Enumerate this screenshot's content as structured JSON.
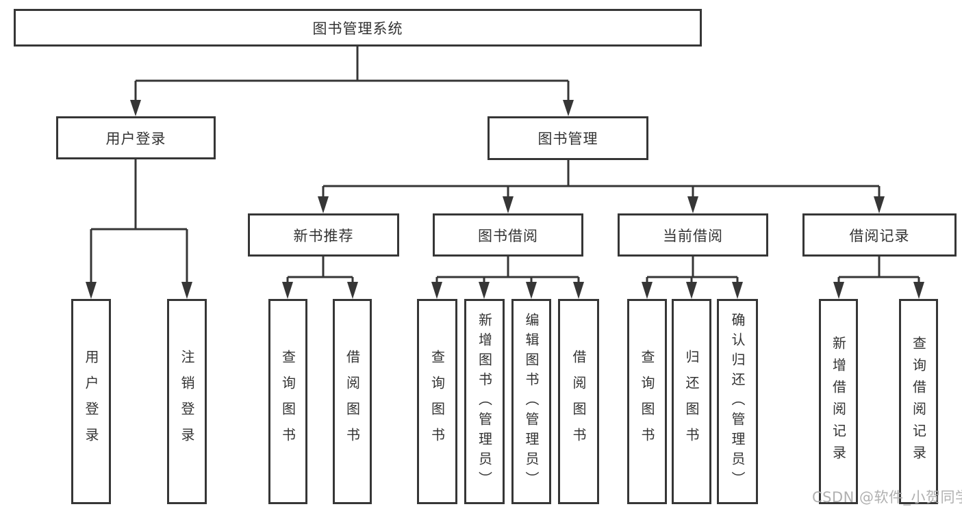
{
  "diagram": {
    "root": {
      "label": "图书管理系统"
    },
    "level2": [
      {
        "label": "用户登录"
      },
      {
        "label": "图书管理"
      }
    ],
    "level3": [
      {
        "label": "新书推荐"
      },
      {
        "label": "图书借阅"
      },
      {
        "label": "当前借阅"
      },
      {
        "label": "借阅记录"
      }
    ],
    "leaves": [
      {
        "label": "用户登录"
      },
      {
        "label": "注销登录"
      },
      {
        "label": "查询图书"
      },
      {
        "label": "借阅图书"
      },
      {
        "label": "查询图书"
      },
      {
        "label": "新增图书（管理员）"
      },
      {
        "label": "编辑图书（管理员）"
      },
      {
        "label": "借阅图书"
      },
      {
        "label": "查询图书"
      },
      {
        "label": "归还图书"
      },
      {
        "label": "确认归还（管理员）"
      },
      {
        "label": "新增借阅记录"
      },
      {
        "label": "查询借阅记录"
      }
    ]
  },
  "watermark": {
    "text": "CSDN @软件_小贺同学"
  },
  "colors": {
    "line": "#363636",
    "text": "#333333",
    "background": "#ffffff",
    "watermark": "#b0b0b0"
  }
}
